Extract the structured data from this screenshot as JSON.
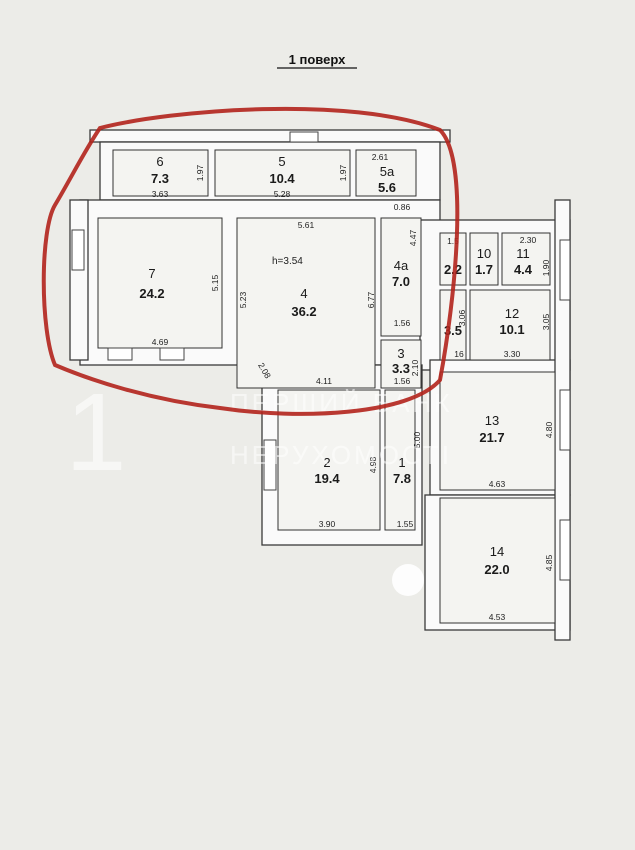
{
  "title": "1 поверх",
  "watermark": {
    "digit": "1",
    "line1": "ПЕРШИЙ БАНК",
    "line2": "НЕРУХОМОСТІ"
  },
  "rooms": [
    {
      "id": "6",
      "area": "7.3"
    },
    {
      "id": "5",
      "area": "10.4"
    },
    {
      "id": "5а",
      "area": "5.6"
    },
    {
      "id": "7",
      "area": "24.2"
    },
    {
      "id": "4",
      "area": "36.2",
      "note": "h=3.54"
    },
    {
      "id": "4а",
      "area": "7.0"
    },
    {
      "id": "3",
      "area": "3.3"
    },
    {
      "id": "10",
      "area": "1.7"
    },
    {
      "id": "11",
      "area": "4.4"
    },
    {
      "id": "12",
      "area": "10.1"
    },
    {
      "id": "13",
      "area": "21.7"
    },
    {
      "id": "2",
      "area": "19.4"
    },
    {
      "id": "1",
      "area": "7.8"
    },
    {
      "id": "14",
      "area": "22.0"
    },
    {
      "id": "",
      "area": "2.2"
    },
    {
      "id": "",
      "area": "3.5"
    }
  ],
  "dimensions": [
    "3.63",
    "1.97",
    "5.28",
    "1.97",
    "2.61",
    "0.86",
    "5.61",
    "5.15",
    "5.23",
    "6.77",
    "4.47",
    "1.56",
    "2.10",
    "1.56",
    "4.69",
    "2.08",
    "4.11",
    "1.5",
    "2.30",
    "1.90",
    "3.06",
    "3.05",
    "3.30",
    "16",
    "4.80",
    "4.63",
    "5.00",
    "4.98",
    "3.90",
    "1.55",
    "4.85",
    "4.53"
  ],
  "highlight_color": "#b3231c"
}
